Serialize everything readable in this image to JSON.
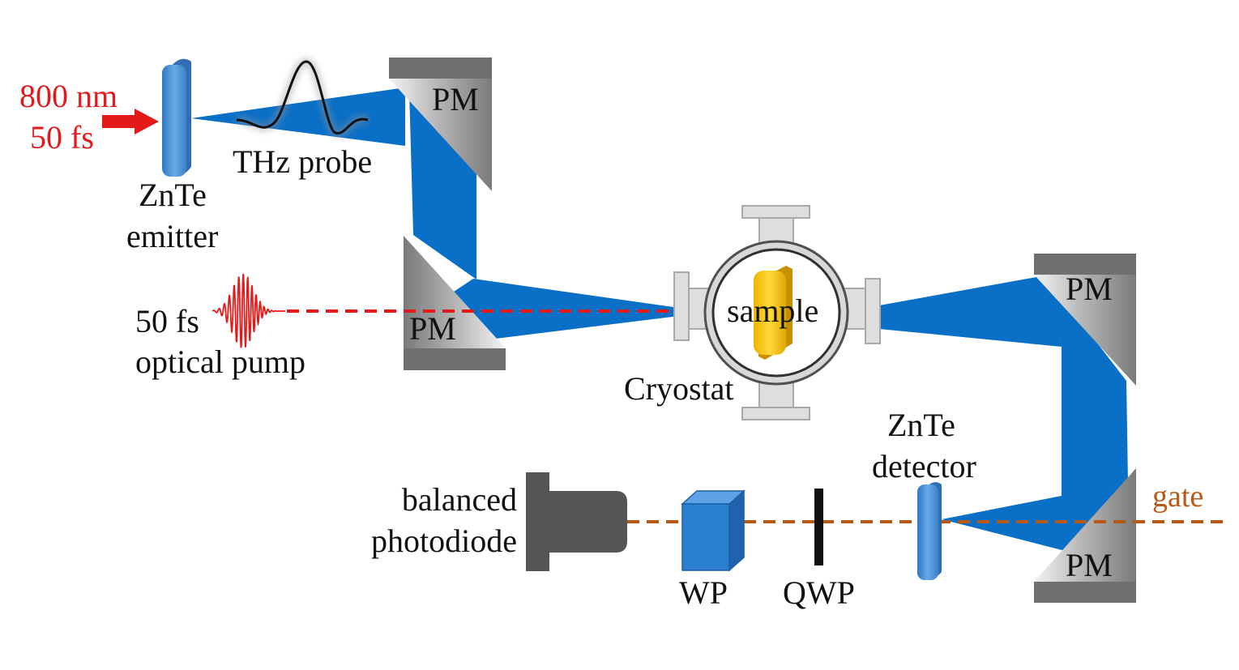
{
  "labels": {
    "source_wavelength": "800 nm",
    "source_duration": "50 fs",
    "emitter_line1": "ZnTe",
    "emitter_line2": "emitter",
    "thz_probe": "THz probe",
    "pm_top": "PM",
    "pm_left": "PM",
    "pm_right_top": "PM",
    "pm_right_bottom": "PM",
    "pump_line1": "50 fs",
    "pump_line2": "optical pump",
    "sample": "sample",
    "cryostat": "Cryostat",
    "detector_line1": "ZnTe",
    "detector_line2": "detector",
    "gate": "gate",
    "photodiode_line1": "balanced",
    "photodiode_line2": "photodiode",
    "wp": "WP",
    "qwp": "QWP"
  },
  "colors": {
    "thz_beam": "#0a6fc6",
    "pump_beam": "#e41a1a",
    "gate_beam": "#b85a16",
    "crystal": "#4a90d9",
    "sample": "#f5c400",
    "mirror": "#8c8c8c",
    "photodiode": "#555555",
    "waveplate": "#2a7fd0"
  }
}
